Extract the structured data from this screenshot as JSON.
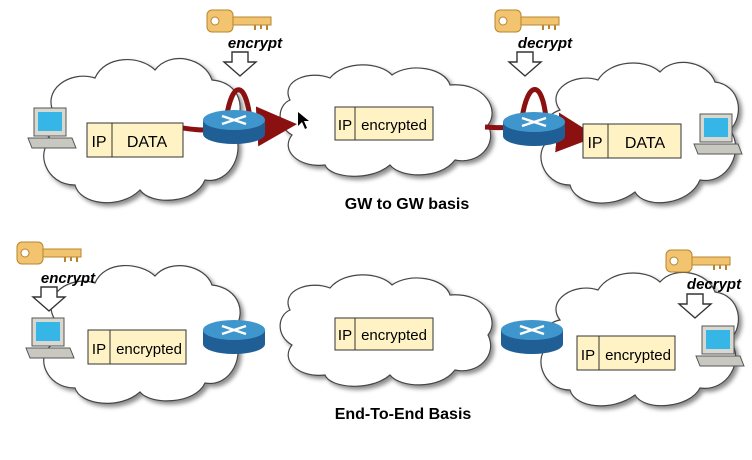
{
  "colors": {
    "packet_fill": "#fff3c6",
    "router_top": "#3f96cc",
    "router_side": "#1f5f96",
    "tunnel": "#8b1010",
    "key": "#f2c470",
    "key_dark": "#b8842f"
  },
  "top": {
    "encrypt_label": "encrypt",
    "decrypt_label": "decrypt",
    "left_packet": {
      "header": "IP",
      "payload": "DATA"
    },
    "middle_packet": {
      "header": "IP",
      "payload": "encrypted"
    },
    "right_packet": {
      "header": "IP",
      "payload": "DATA"
    },
    "caption": "GW to GW basis"
  },
  "bottom": {
    "encrypt_label": "encrypt",
    "decrypt_label": "decrypt",
    "left_packet": {
      "header": "IP",
      "payload": "encrypted"
    },
    "middle_packet": {
      "header": "IP",
      "payload": "encrypted"
    },
    "right_packet": {
      "header": "IP",
      "payload": "encrypted"
    },
    "caption": "End-To-End Basis"
  },
  "icons": {
    "key": "key-icon",
    "arrow": "down-arrow-icon",
    "router": "router-icon",
    "computer": "computer-icon",
    "cloud": "cloud-icon",
    "tunnel": "tunnel-arrow-icon",
    "pointer": "mouse-pointer-icon"
  }
}
